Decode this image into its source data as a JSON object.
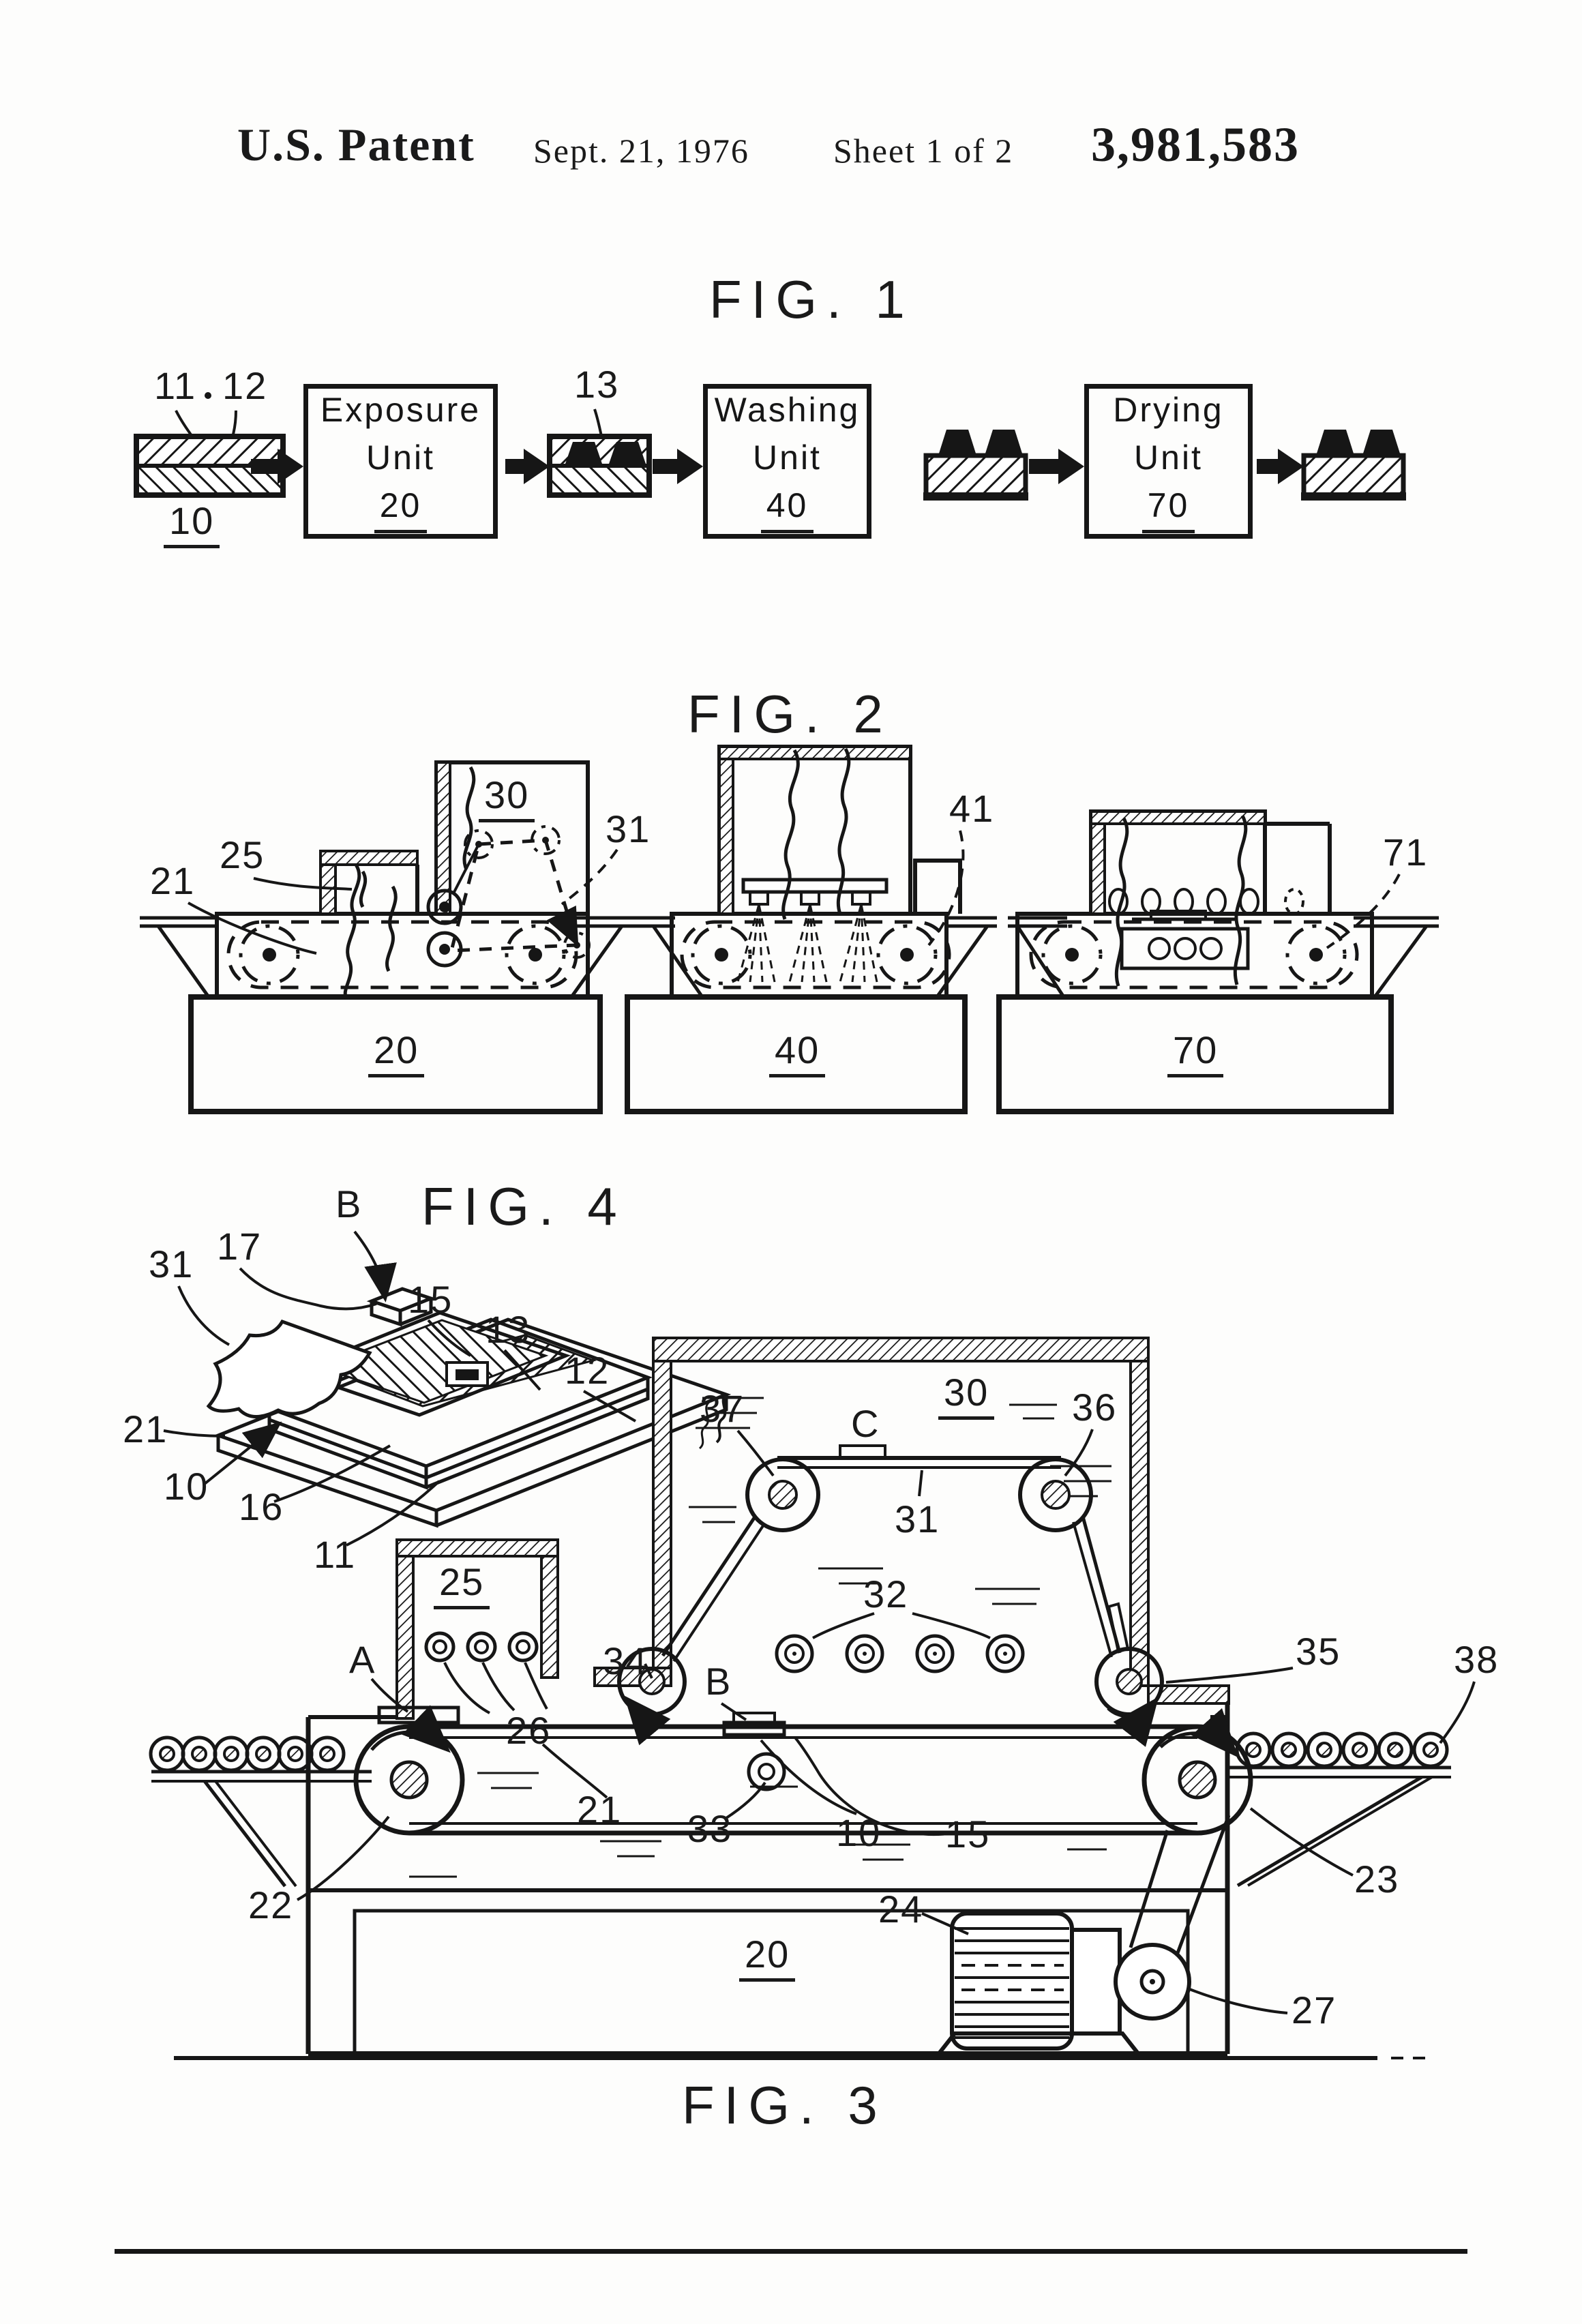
{
  "header": {
    "title": "U.S. Patent",
    "date": "Sept. 21, 1976",
    "sheet": "Sheet 1 of 2",
    "patent_number": "3,981,583"
  },
  "fig1": {
    "caption": "FIG. 1",
    "labels": {
      "n11": "11",
      "n12": "12",
      "n13": "13",
      "n10": "10"
    },
    "boxes": [
      {
        "line1": "Exposure",
        "line2": "Unit",
        "number": "20"
      },
      {
        "line1": "Washing",
        "line2": "Unit",
        "number": "40"
      },
      {
        "line1": "Drying",
        "line2": "Unit",
        "number": "70"
      }
    ]
  },
  "fig2": {
    "caption": "FIG. 2",
    "labels": {
      "n25": "25",
      "n21": "21",
      "n30": "30",
      "n31": "31",
      "n41": "41",
      "n71": "71",
      "unit1": "20",
      "unit2": "40",
      "unit3": "70"
    }
  },
  "fig4": {
    "caption": "FIG. 4",
    "labels": {
      "nB": "B",
      "n31": "31",
      "n17": "17",
      "n15": "15",
      "n13": "13",
      "n12": "12",
      "n21": "21",
      "n10": "10",
      "n16": "16",
      "n11": "11"
    }
  },
  "fig3": {
    "caption": "FIG. 3",
    "labels": {
      "n30": "30",
      "n37": "37",
      "nC": "C",
      "n36": "36",
      "n31": "31",
      "n25": "25",
      "n26": "26",
      "nA": "A",
      "n34": "34",
      "nB": "B",
      "n32": "32",
      "n35": "35",
      "n38": "38",
      "n21": "21",
      "n33": "33",
      "n10": "10",
      "n15": "15",
      "n22": "22",
      "n23": "23",
      "n24": "24",
      "n20": "20",
      "n27": "27"
    }
  }
}
